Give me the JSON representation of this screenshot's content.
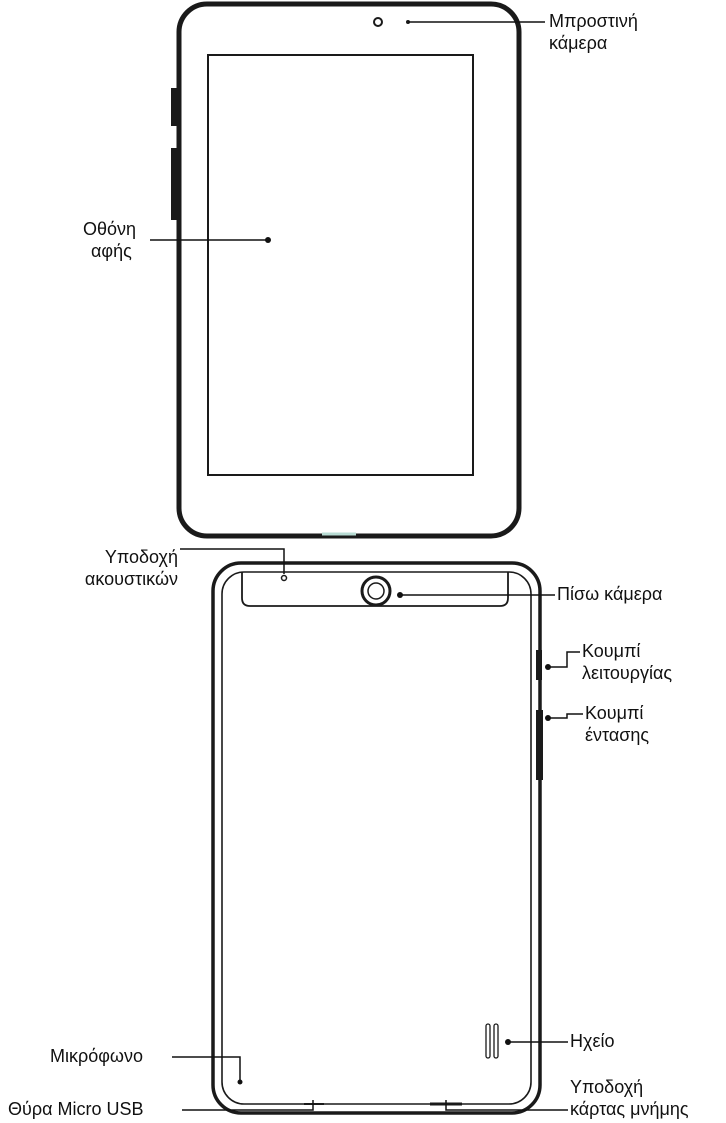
{
  "labels": {
    "front_camera": [
      "Μπροστινή",
      "κάμερα"
    ],
    "touch_screen": [
      "Οθόνη",
      "αφής"
    ],
    "headset_jack": [
      "Υποδοχή",
      "ακουστικών"
    ],
    "back_camera": [
      "Πίσω κάμερα"
    ],
    "power_button": [
      "Κουμπί",
      "λειτουργίας"
    ],
    "volume_button": [
      "Κουμπί",
      "έντασης"
    ],
    "speaker": [
      "Ηχείο"
    ],
    "microphone": [
      "Μικρόφωνο"
    ],
    "micro_usb": [
      "Θύρα Micro USB"
    ],
    "memory_card": [
      "Υποδοχή",
      "κάρτας μνήμης"
    ]
  }
}
